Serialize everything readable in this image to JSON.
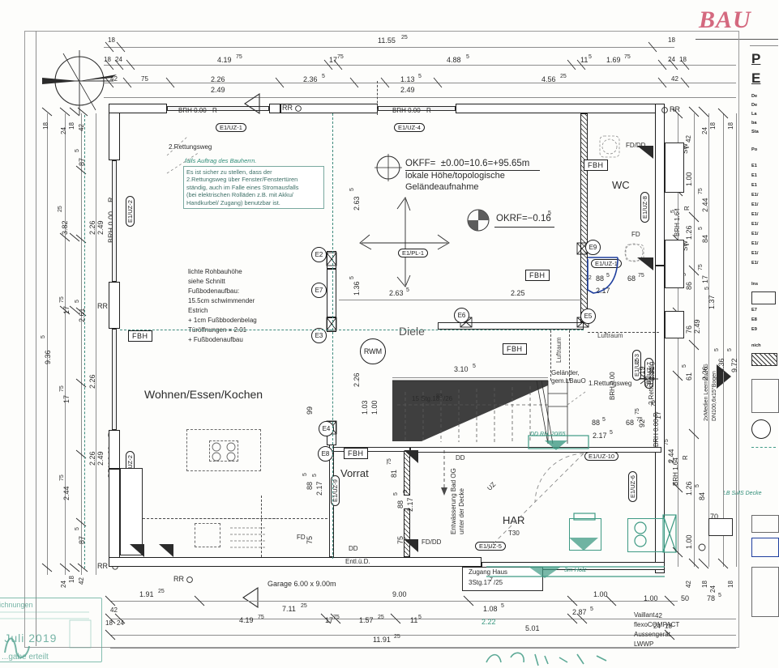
{
  "sheet": {
    "logo": "BAU",
    "drawing_type": "architectural-floor-plan",
    "title_block_lines": [
      "P",
      "E",
      "De",
      "De",
      "La",
      "ba",
      "Sta",
      "Po",
      "E1",
      "E1",
      "E1",
      "E1/",
      "E1/",
      "E1/",
      "E1/",
      "E1/",
      "E1/",
      "E1/",
      "E1/",
      "Ins",
      "E7",
      "E8",
      "E9",
      "nich"
    ]
  },
  "compass": {
    "name": "north-arrow"
  },
  "rooms": [
    {
      "id": "wohnen",
      "label": "Wohnen/Essen/Kochen"
    },
    {
      "id": "diele",
      "label": "Diele"
    },
    {
      "id": "wc",
      "label": "WC"
    },
    {
      "id": "vorrat",
      "label": "Vorrat"
    },
    {
      "id": "har",
      "label": "HAR"
    },
    {
      "id": "luftraum1",
      "label": "Luftraum"
    },
    {
      "id": "luftraum2",
      "label": "Luftraum"
    }
  ],
  "elevation_notes": {
    "okff": "OKFF=  ±0.00=10.6=+95.65m",
    "local1": "lokale Höhe/topologische",
    "local2": "Geländeaufnahme",
    "okrf": "OKRF=−0.16",
    "okrf_sup": "5"
  },
  "spec_note": {
    "lines": [
      "lichte Rohbauhöhe",
      "siehe Schnitt",
      "Fußbodenaufbau:",
      "15.5cm schwimmender",
      "Estrich",
      "+ 1cm Fußbbodenbelag"
    ],
    "door_lines": [
      "Türöffnungen = 2.01",
      "+ Fußbodenaufbau"
    ]
  },
  "escape_note": {
    "handwritten_header": "falls Auftrag des Bauherrn.",
    "lines": [
      "Es ist sicher zu stellen, dass der",
      "2.Rettungsweg über  Fenster/Fenstertüren",
      "ständig, auch im Falle eines Stromausfalls",
      "(bei elektrischen Rolläden z.B. mit Akku/",
      "Handkurbel/ Zugang) benutzbar ist."
    ]
  },
  "annotations": {
    "escape2": "2.Rettungsweg",
    "escape1": "1.Rettungsweg",
    "escape2b": "2.Rettungsweg",
    "railing1": "Geländer,",
    "railing2": "gem.LBauO",
    "stair_main": "15 Stg.18",
    "stair_main_sup": "83",
    "stair_main_tail": "/26",
    "stair_entry1": "Zugang Haus",
    "stair_entry2": "3Stg.17",
    "stair_entry2_sup": "7",
    "stair_entry2_tail": "/25",
    "garage": "Garage 6.00 x 9.00m",
    "drain1": "Entwässerung Bad OG",
    "drain2": "unter der Decke",
    "entlueftung": "Entl.ü.D.",
    "t30": "T30",
    "uz": "UZ",
    "kg_pipe1": "2xMedien Leerrohr KG",
    "kg_pipe2": "DN100,6x15°Bogen",
    "heatpump": [
      "Vaillant",
      "flexoCOMPACT",
      "Aussengerät",
      "LWWP"
    ],
    "green_dd": "DD RH. 20/65",
    "green_holz": "3m Holz",
    "green_sms": "LB SMS Decke",
    "rwm": "RWM",
    "brh_000": "BRH 0.00",
    "brh_164": "BRH 1.64",
    "brh_164_sup": "5",
    "fbh": "FBH",
    "fd": "FD",
    "dd": "DD",
    "fd_dd": "FD/DD",
    "rr": "RR",
    "r": "R",
    "sw": "SW"
  },
  "markers": {
    "pills": [
      "E1/UZ-1",
      "E1/UZ-4",
      "E1/PL-1",
      "E1/UZ-8",
      "E1/UZ-1",
      "E1/UZ-2",
      "E1/UZ-3",
      "E1/UZ-9",
      "E1/UZ-10",
      "E1/UZ-5",
      "E1/UZ-7",
      "E1/UZ-6",
      "E1/UZ-2"
    ],
    "circles": [
      "E2",
      "E7",
      "E3",
      "E6",
      "E5",
      "E4",
      "E8",
      "E9"
    ]
  },
  "dimensions": {
    "top_chain1": [
      "18",
      "11.55",
      "18"
    ],
    "top_chain1_sup": [
      "",
      "25",
      ""
    ],
    "top_chain2": [
      "18",
      "24",
      "4.19",
      "17",
      "4.88",
      "11",
      "1.69",
      "24",
      "18"
    ],
    "top_chain2_sup": [
      "",
      "",
      "75",
      "75",
      "5",
      "5",
      "75",
      "",
      ""
    ],
    "top_chain3": [
      "42",
      "75",
      "2.26",
      "2.36",
      "1.13",
      "4.56",
      "42"
    ],
    "top_chain3_sup": [
      "",
      "",
      "",
      "5",
      "5",
      "25",
      ""
    ],
    "top_extra": [
      "2.49",
      "2.49"
    ],
    "left_chain1": [
      "9.36"
    ],
    "left_chain1_sup": [
      "5"
    ],
    "left_chain2": [
      "18",
      "24",
      "18",
      "42",
      "87",
      "3.82",
      "17",
      "2.61",
      "17",
      "2.44",
      "87",
      "24",
      "18",
      "42"
    ],
    "left_chain2_sup": [
      "",
      "",
      "",
      "",
      "5",
      "25",
      "75",
      "5",
      "75",
      "75",
      "5",
      "",
      "",
      ""
    ],
    "left_chain3": [
      "2.26",
      "2.49",
      "2.26",
      "2.26",
      "2.49"
    ],
    "interior": [
      "2.63",
      "2.63",
      "1.36",
      "2.25",
      "2.26",
      "1.03",
      "1.00",
      "3.10",
      "99",
      "88",
      "2.17",
      "75",
      "81",
      "88",
      "2.17",
      "88",
      "68",
      "2.17",
      "88",
      "68",
      "2.17",
      "12"
    ],
    "interior_sup": [
      "5",
      "5",
      "5",
      "",
      "",
      "",
      "",
      "5",
      "",
      "5",
      "5",
      "",
      "75",
      "5",
      "5",
      "5",
      "75",
      "5",
      "5",
      "75",
      "5",
      "5"
    ],
    "right_chain": [
      "42",
      "24",
      "18",
      "18",
      "1.00",
      "2.44",
      "1.26",
      "84",
      "86",
      "17",
      "76",
      "2.49",
      "1.37",
      "61",
      "2.26",
      "9.36",
      "9.72",
      "2.31",
      "1.19",
      "92",
      "17",
      "2.44",
      "1.26",
      "84",
      "1.00",
      "70",
      "42",
      "18",
      "24",
      "18"
    ],
    "right_chain_sup": [
      "",
      "",
      "",
      "",
      "",
      "75",
      "",
      "5",
      "5",
      "75",
      "",
      "",
      "5",
      "5",
      "",
      "5",
      "5",
      "",
      "75",
      "75",
      "75",
      "75",
      "",
      "5",
      "",
      "",
      "",
      "",
      "",
      ""
    ],
    "bottom_chain1": [
      "1.91",
      "7.11",
      "9.00",
      "1.00"
    ],
    "bottom_chain1_sup": [
      "25",
      "25",
      "",
      ""
    ],
    "bottom_chain2": [
      "42",
      "4.19",
      "17",
      "1.57",
      "11",
      "1.08",
      "2.87",
      "42",
      "1.00",
      "50",
      "78"
    ],
    "bottom_chain2_sup": [
      "",
      "75",
      "75",
      "25",
      "5",
      "5",
      "5",
      "",
      "",
      "",
      "5"
    ],
    "bottom_chain3": [
      "18",
      "24",
      "11.91",
      "2.22",
      "5.01",
      "24",
      "18",
      "24",
      "18"
    ],
    "bottom_chain3_sup": [
      "",
      "",
      "25",
      "",
      "",
      "",
      "",
      "",
      ""
    ]
  },
  "stamp": {
    "line1": "...stellenzeichnungen",
    "line2": "0 8  Juli  2019",
    "line3": "...gabe erteilt"
  },
  "colors": {
    "ink": "#2b2b2b",
    "green": "#3f9a84",
    "blue": "#1f3f9e",
    "logo_red": "#d4697f",
    "stamp_green": "#55a391"
  }
}
